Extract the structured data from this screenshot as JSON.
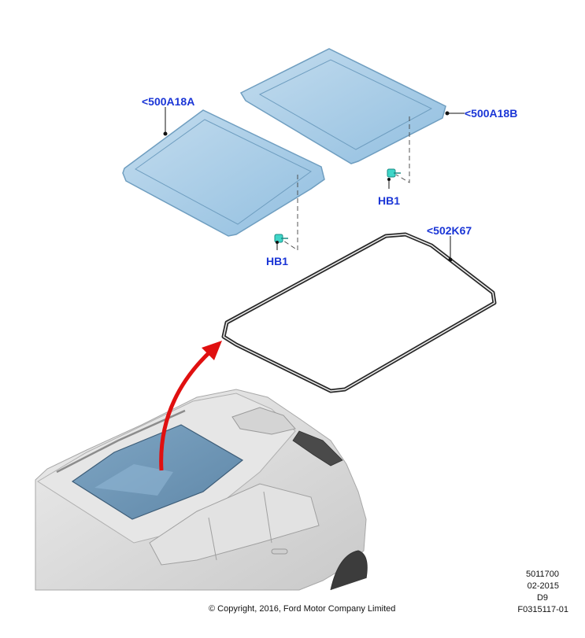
{
  "callouts": {
    "part_front_glass": "<500A18A",
    "part_rear_glass": "<500A18B",
    "part_seal": "<502K67",
    "hb1_left": "HB1",
    "hb1_right": "HB1"
  },
  "footer": {
    "copyright": "© Copyright, 2016, Ford Motor Company Limited",
    "code_1": "5011700",
    "date": "02-2015",
    "code_2": "D9",
    "figure_id": "F0315117-01"
  },
  "colors": {
    "callout_text": "#1a35d6",
    "glass_fill": "#a9cce6",
    "arrow_red": "#e01010",
    "fastener": "#3fd6c8"
  }
}
